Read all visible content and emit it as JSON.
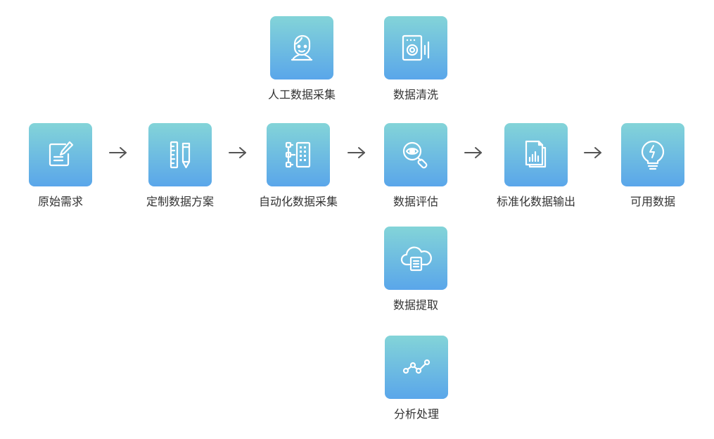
{
  "nodes": {
    "original": {
      "label": "原始需求",
      "icon": "edit-document-icon"
    },
    "plan": {
      "label": "定制数据方案",
      "icon": "ruler-pencil-icon"
    },
    "auto_collect": {
      "label": "自动化数据采集",
      "icon": "hierarchy-grid-icon"
    },
    "manual_collect": {
      "label": "人工数据采集",
      "icon": "person-face-icon"
    },
    "clean": {
      "label": "数据清洗",
      "icon": "speaker-clean-icon"
    },
    "evaluate": {
      "label": "数据评估",
      "icon": "eye-magnifier-icon"
    },
    "extract": {
      "label": "数据提取",
      "icon": "cloud-document-icon"
    },
    "analyze": {
      "label": "分析处理",
      "icon": "line-graph-icon"
    },
    "standard_output": {
      "label": "标准化数据输出",
      "icon": "report-chart-icon"
    },
    "usable": {
      "label": "可用数据",
      "icon": "lightbulb-icon"
    }
  },
  "colors": {
    "tile_top": "#83d4d8",
    "tile_bottom": "#5aa6ea",
    "arrow": "#555555",
    "text": "#333333"
  }
}
